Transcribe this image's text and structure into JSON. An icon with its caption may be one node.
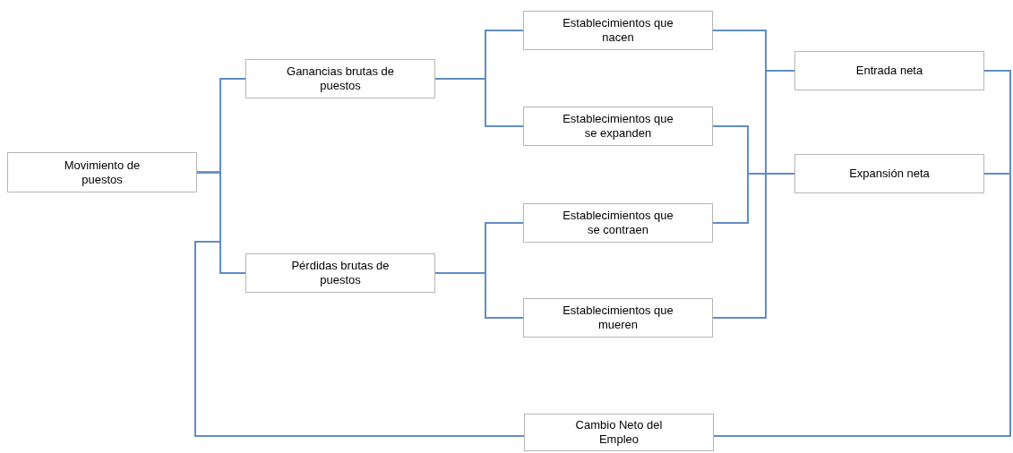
{
  "diagram": {
    "nodes": [
      {
        "text": [
          "Movimiento de puestos"
        ]
      },
      {
        "text": [
          "Ganancias brutas de puestos"
        ]
      },
      {
        "text": [
          "Pérdidas brutas de puestos"
        ]
      },
      {
        "text": [
          "Establecimientos que nacen"
        ]
      },
      {
        "text": [
          "Establecimientos que se expanden"
        ]
      },
      {
        "text": [
          "Establecimientos que se contraen"
        ]
      },
      {
        "text": [
          "Establecimientos que mueren"
        ]
      },
      {
        "text": [
          "Entrada neta"
        ]
      },
      {
        "text": [
          "Expansión neta"
        ]
      },
      {
        "text": [
          "Cambio Neto del Empleo"
        ]
      }
    ],
    "edges": [
      {
        "from": 0,
        "to": 1,
        "arrow": "none"
      },
      {
        "from": 0,
        "to": 2,
        "arrow": "none"
      },
      {
        "from": 1,
        "to": 3,
        "arrow": "none"
      },
      {
        "from": 1,
        "to": 4,
        "arrow": "none"
      },
      {
        "from": 2,
        "to": 5,
        "arrow": "none"
      },
      {
        "from": 2,
        "to": 6,
        "arrow": "none"
      },
      {
        "from": 3,
        "to": 7,
        "arrow": "none"
      },
      {
        "from": 6,
        "to": 7,
        "arrow": "none"
      },
      {
        "from": 4,
        "to": 8,
        "arrow": "none"
      },
      {
        "from": 5,
        "to": 8,
        "arrow": "none"
      },
      {
        "from": 7,
        "to": 9,
        "arrow": "none"
      },
      {
        "from": 8,
        "to": 9,
        "arrow": "none"
      },
      {
        "from": 9,
        "to": 0,
        "arrow": "none"
      }
    ]
  }
}
